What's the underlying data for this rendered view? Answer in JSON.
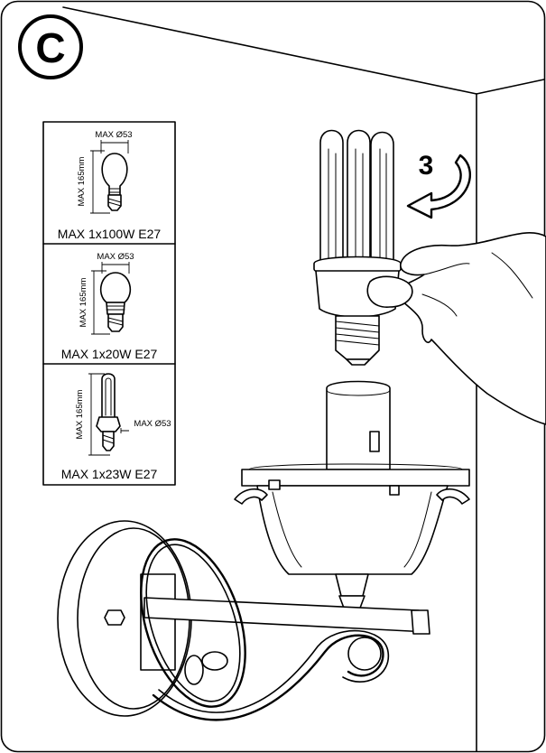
{
  "step_badge": {
    "letter": "C"
  },
  "rotation": {
    "step_number": "3"
  },
  "bulb_specs": [
    {
      "diameter": "MAX Ø53",
      "height": "MAX 165mm",
      "rating": "MAX 1x100W E27",
      "icon": "incandescent-bulb-icon"
    },
    {
      "diameter": "MAX Ø53",
      "height": "MAX 165mm",
      "rating": "MAX 1x20W E27",
      "icon": "led-bulb-icon"
    },
    {
      "diameter": "MAX Ø53",
      "height": "MAX 165mm",
      "rating": "MAX 1x23W E27",
      "icon": "cfl-bulb-icon"
    }
  ]
}
